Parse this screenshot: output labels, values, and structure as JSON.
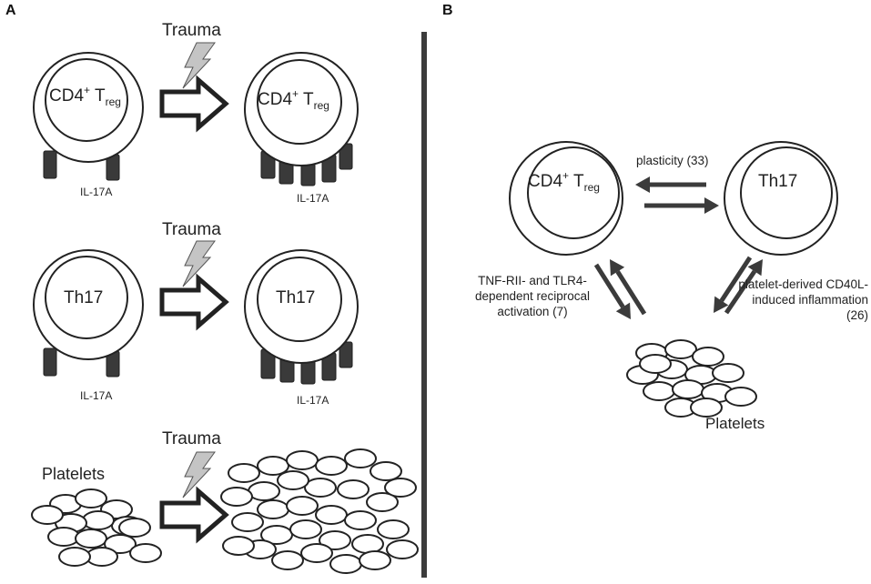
{
  "panels": {
    "a": {
      "letter": "A"
    },
    "b": {
      "letter": "B"
    }
  },
  "labels": {
    "trauma": "Trauma",
    "cd4_main": "CD4",
    "cd4_sup": "+",
    "cd4_t": " T",
    "cd4_sub": "reg",
    "th17": "Th17",
    "il17a": "IL-17A",
    "platelets": "Platelets"
  },
  "panel_b": {
    "plasticity": "plasticity (33)",
    "left_note": "TNF-RII- and TLR4-dependent reciprocal activation (7)",
    "right_note": "platelet-derived CD40L-induced inflammation (26)"
  },
  "colors": {
    "outline": "#222222",
    "receptor": "#3a3a3a",
    "lightning": "#c4c4c4",
    "divider": "#3c3c3c",
    "arrow": "#3b3b3b"
  },
  "icons": {
    "trauma": "lightning-bolt-icon",
    "transition": "hollow-right-arrow-icon"
  }
}
